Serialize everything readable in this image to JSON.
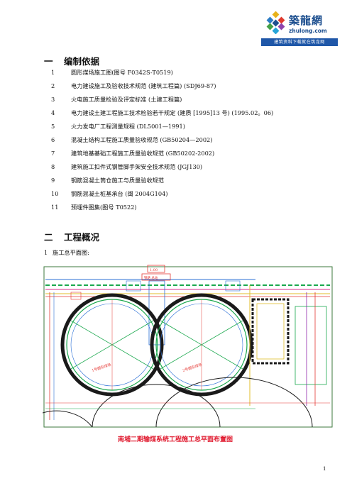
{
  "logo": {
    "name": "築龍網",
    "url": "zhulong.com",
    "banner": "建筑资料下载就在筑龙网"
  },
  "section1": {
    "number": "一",
    "title": "编制依据",
    "refs": [
      {
        "n": "1",
        "text": "圆形煤场施工图(图号 F0342S-T0519)"
      },
      {
        "n": "2",
        "text": "电力建设施工及验收技术规范 (建筑工程篇) (SDJ69-87)"
      },
      {
        "n": "3",
        "text": "火电施工质量检验及评定标准 (土建工程篇)"
      },
      {
        "n": "4",
        "text": "电力建设土建工程施工技术检验若干规定 (建质 [1995]13 号) (1995.02。06)"
      },
      {
        "n": "5",
        "text": "火力发电厂工程测量规程 (DL5001—1991)"
      },
      {
        "n": "6",
        "text": "混凝土结构工程施工质量验收规范 (GB50204—2002)"
      },
      {
        "n": "7",
        "text": "建筑地基基础工程施工质量验收规范 (GB50202-2002)"
      },
      {
        "n": "8",
        "text": "建筑施工扣件式钢管脚手架安全技术规范 (JGJ130)"
      },
      {
        "n": "9",
        "text": "钢筋混凝土筒仓施工与质量验收规范"
      },
      {
        "n": "10",
        "text": "钢筋混凝土桩基承台 (闽 2004G104)"
      },
      {
        "n": "11",
        "text": "预埋件图集(图号 T0522)"
      }
    ]
  },
  "section2": {
    "number": "二",
    "title": "工程概况",
    "sub_number": "1",
    "sub_text": "施工总平面图:"
  },
  "plan": {
    "caption": "南埔二期输煤系统工程施工总平面布置图",
    "labels": {
      "silo_left": "1号圆形煤场",
      "silo_right": "2号圆形煤场",
      "top_block": "1.00",
      "top_block2": "铁路 总站"
    }
  },
  "page_number": "1"
}
